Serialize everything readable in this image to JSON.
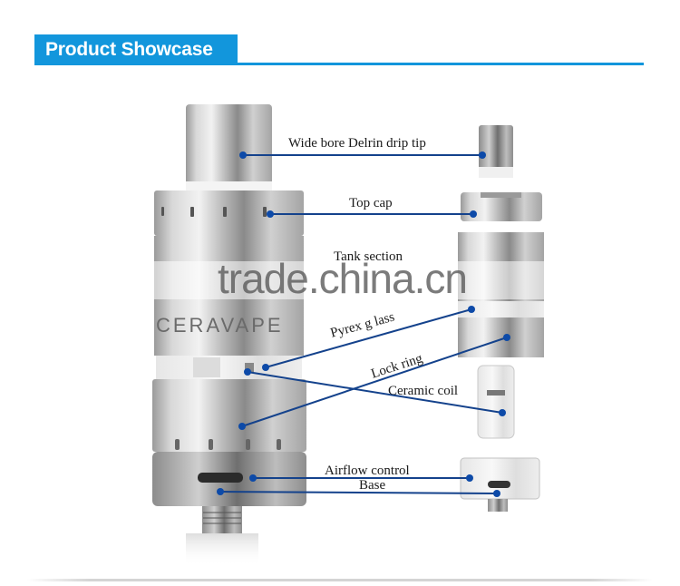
{
  "header": {
    "title": "Product Showcase",
    "accent_color": "#1296dc"
  },
  "product": {
    "brand_engraving": "CERAVAPE"
  },
  "labels": [
    {
      "id": "drip-tip",
      "text": "Wide bore Delrin drip tip"
    },
    {
      "id": "top-cap",
      "text": "Top cap"
    },
    {
      "id": "tank-section",
      "text": "Tank section"
    },
    {
      "id": "pyrex-glass",
      "text": "Pyrex g lass"
    },
    {
      "id": "lock-ring",
      "text": "Lock ring"
    },
    {
      "id": "ceramic-coil",
      "text": "Ceramic coil"
    },
    {
      "id": "airflow-control",
      "text": "Airflow control"
    },
    {
      "id": "base",
      "text": "Base"
    }
  ],
  "watermark": {
    "text": "trade.china.cn"
  },
  "colors": {
    "callout_line": "#14428c",
    "callout_dot": "#0d4aa8"
  }
}
